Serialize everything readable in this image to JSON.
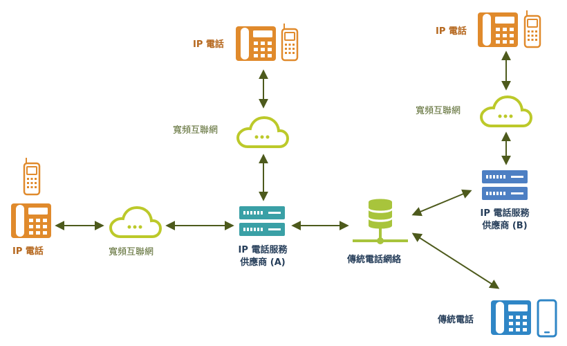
{
  "colors": {
    "ip_phone": "#e08a2c",
    "cloud": "#bcc92a",
    "server_a": "#3aa0a6",
    "server_b": "#4d7fc3",
    "pstn": "#a8c43c",
    "legacy_phone": "#2f86c6",
    "arrow": "#4d5a1c"
  },
  "labels": {
    "ip_phone_top": "IP 電話",
    "ip_phone_top_right": "IP 電話",
    "ip_phone_left": "IP 電話",
    "broadband_top": "寬頻互聯網",
    "broadband_top_right": "寬頻互聯網",
    "broadband_left": "寬頻互聯網",
    "provider_a_line1": "IP 電話服務",
    "provider_a_line2": "供應商 (A)",
    "provider_b_line1": "IP 電話服務",
    "provider_b_line2": "供應商 (B)",
    "pstn": "傳統電話網絡",
    "traditional_phone": "傳統電話"
  },
  "icons": {
    "desk_phone": "desk-phone-icon",
    "mobile_phone": "mobile-phone-icon",
    "cloud": "cloud-icon",
    "server": "server-icon",
    "database": "database-icon",
    "smartphone": "smartphone-icon"
  }
}
